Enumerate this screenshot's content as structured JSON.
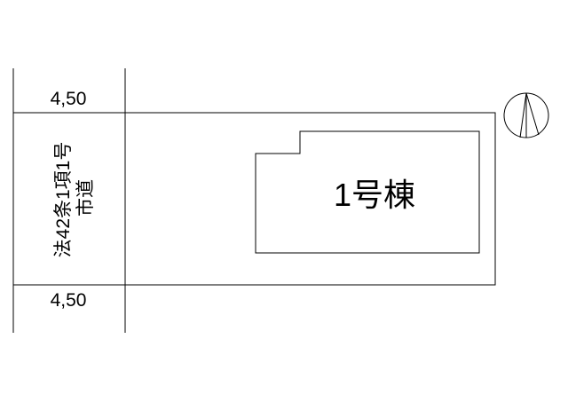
{
  "road": {
    "width_top": "4,50",
    "width_bottom": "4,50",
    "classification_line1": "法42条1項1号",
    "classification_line2": "市道"
  },
  "building": {
    "label": "1号棟"
  },
  "north_arrow": {
    "icon": "north-arrow-icon"
  }
}
